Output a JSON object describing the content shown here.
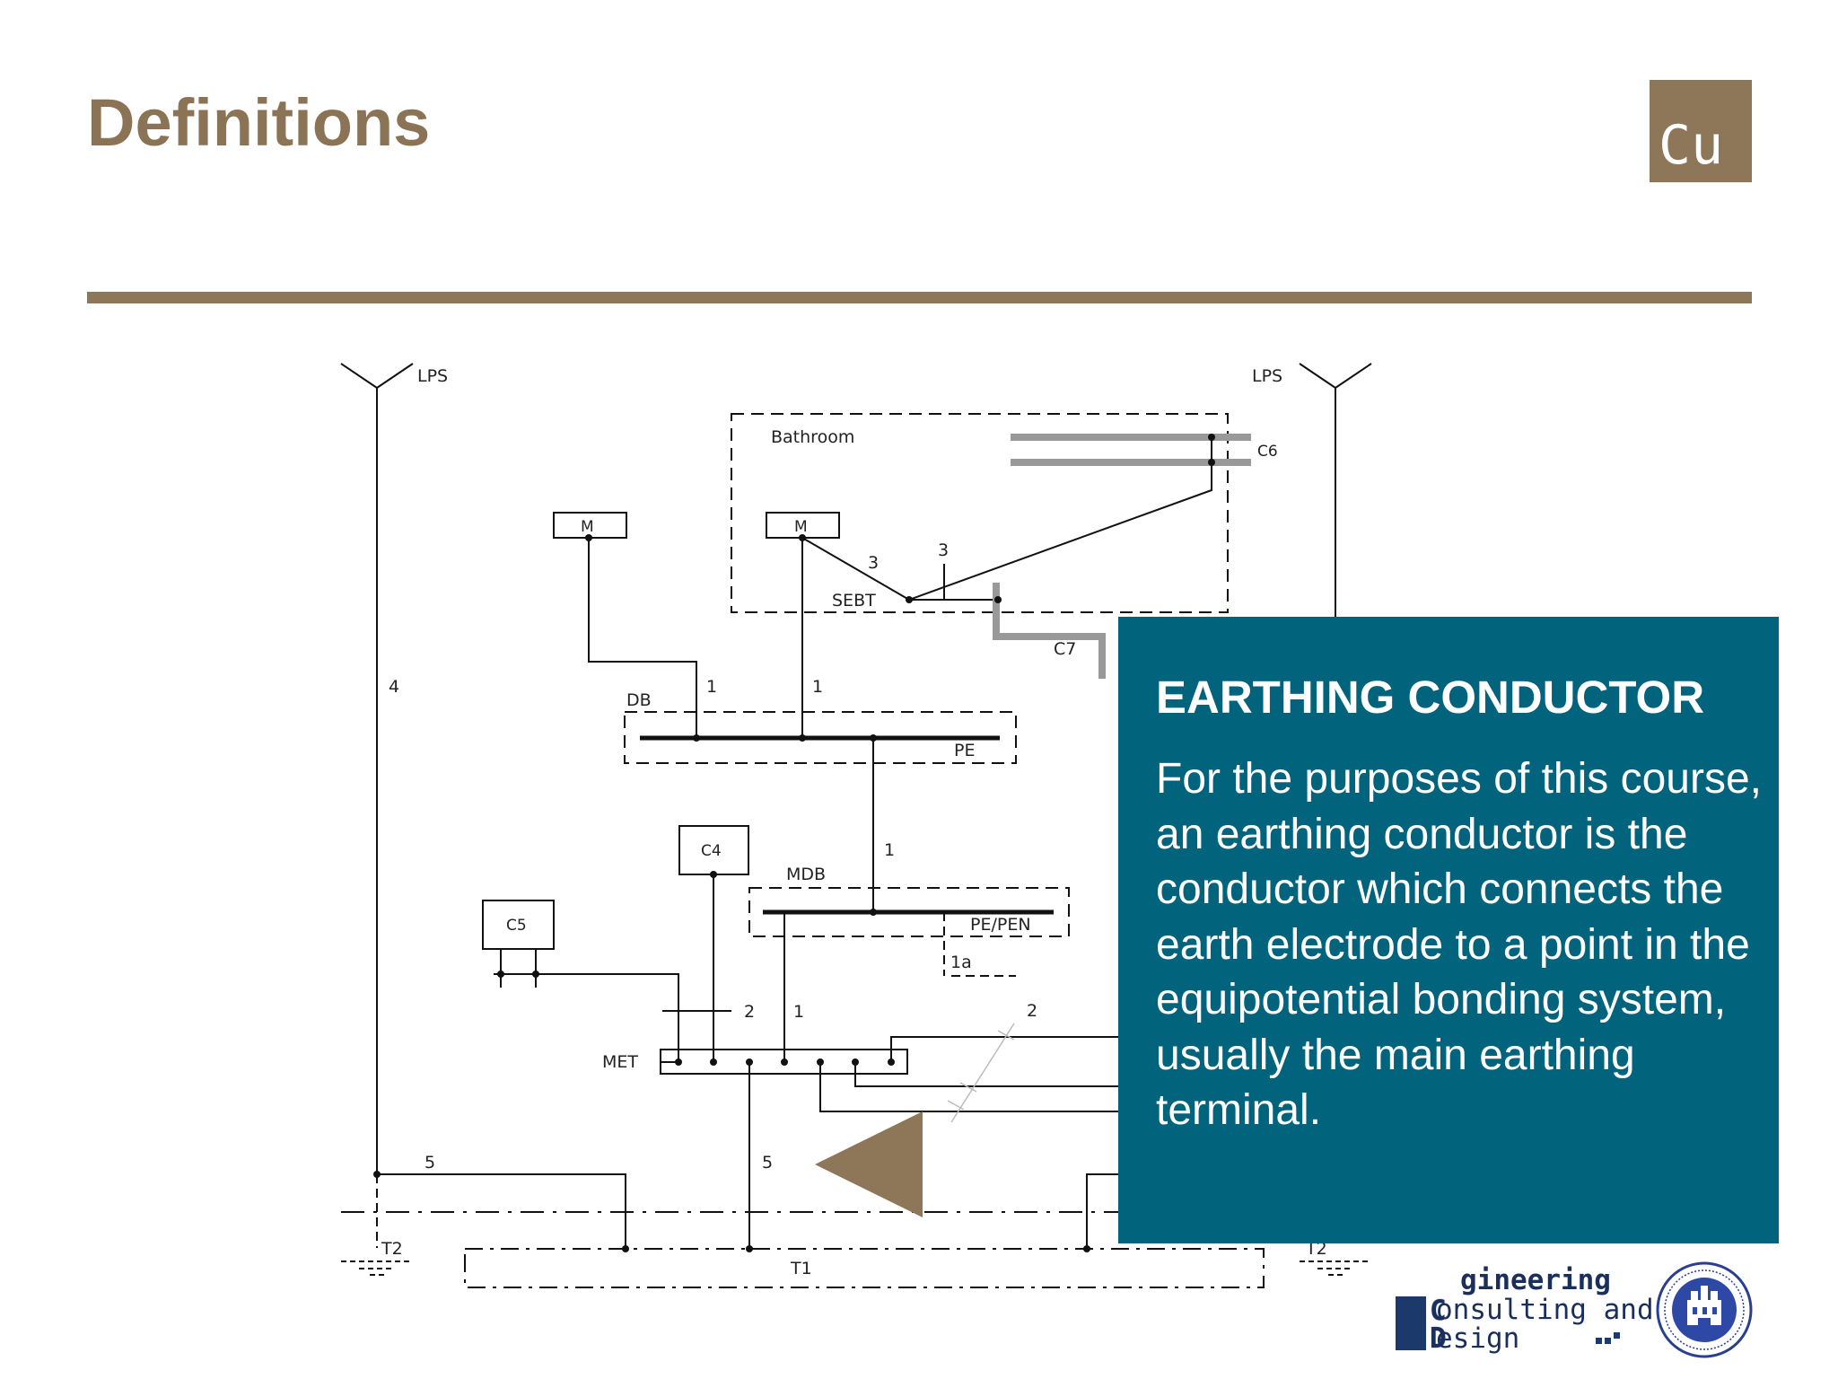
{
  "slide": {
    "title": "Definitions",
    "corner_logo": "Cu"
  },
  "diagram": {
    "labels": {
      "lps_left": "LPS",
      "lps_right": "LPS",
      "bathroom": "Bathroom",
      "c6": "C6",
      "m_left": "M",
      "m_right": "M",
      "three_a": "3",
      "three_b": "3",
      "sebt": "SEBT",
      "c7": "C7",
      "four": "4",
      "db": "DB",
      "one_a": "1",
      "one_b": "1",
      "pe": "PE",
      "c4": "C4",
      "one_c": "1",
      "mdb": "MDB",
      "pe_pen": "PE/PEN",
      "c5": "C5",
      "one_a_sub": "1a",
      "two_a": "2",
      "one_d": "1",
      "two_b": "2",
      "met": "MET",
      "five_a": "5",
      "five_b": "5",
      "t2_left": "T2",
      "t2_right": "T2",
      "t1": "T1"
    },
    "colors": {
      "line": "#111111",
      "gray_pipe": "#999999",
      "triangle": "#8e7759"
    }
  },
  "info_panel": {
    "heading": "EARTHING CONDUCTOR",
    "body": "For the purposes of this course, an earthing conductor is the conductor which connects the earth electrode to a point in the equipotential bonding system, usually the main earthing terminal.",
    "background": "#02637d"
  },
  "footer": {
    "logo_word_1": "gineering",
    "logo_word_2": "onsulting and",
    "logo_word_3": "esign",
    "logo_letter_1": "C",
    "logo_letter_2": "D",
    "seal_icon": "university-seal-icon"
  },
  "theme": {
    "accent": "#8e7759",
    "panel": "#02637d"
  }
}
